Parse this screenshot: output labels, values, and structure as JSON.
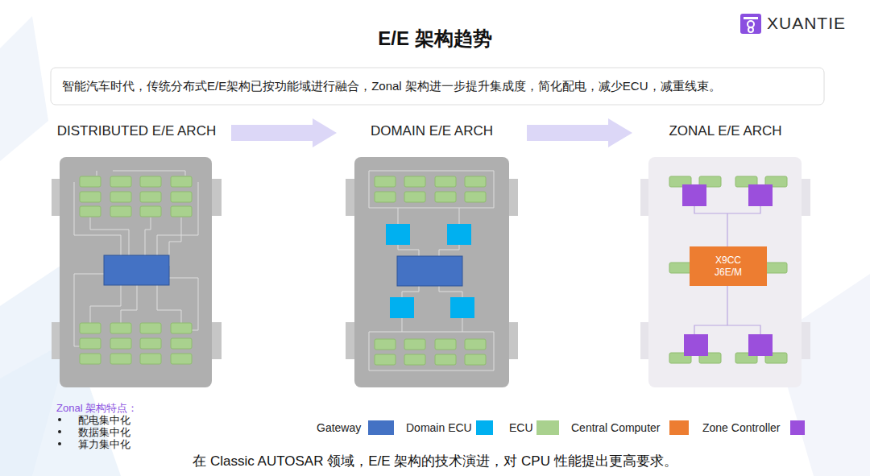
{
  "diagram": {
    "title": "E/E 架构趋势",
    "caption": "在 Classic AUTOSAR 领域，E/E 架构的技术演进，对 CPU 性能提出更高要求。",
    "nodes": [
      {
        "text": [
          "智能汽车时代，传统分布式E/E架构已按功能域进行融合，Zonal 架构进一步提升集成度，简化配电，减少ECU，减重线束。"
        ]
      },
      {
        "text": [
          "DISTRIBUTED E/E ARCH"
        ]
      },
      {
        "text": [
          "DOMAIN E/E ARCH"
        ]
      },
      {
        "text": [
          "ZONAL E/E ARCH"
        ]
      },
      {
        "text": [
          "X9CC J6E/M"
        ],
        "in": 3
      }
    ],
    "edges": [
      {
        "from": 1,
        "to": 2,
        "arrow": "to"
      },
      {
        "from": 2,
        "to": 3,
        "arrow": "to"
      }
    ],
    "labels": [
      "XUANTIE",
      "Zonal 架构特点：",
      "配电集中化",
      "数据集中化",
      "算力集中化"
    ],
    "legend": [
      {
        "text": "Gateway",
        "color": "#4472c4"
      },
      {
        "text": "Domain ECU",
        "color": "#00b0f0"
      },
      {
        "text": "ECU",
        "color": "#a9d18e"
      },
      {
        "text": "Central Computer",
        "color": "#ed7d31"
      },
      {
        "text": "Zone Controller",
        "color": "#9b4fdc"
      }
    ]
  }
}
